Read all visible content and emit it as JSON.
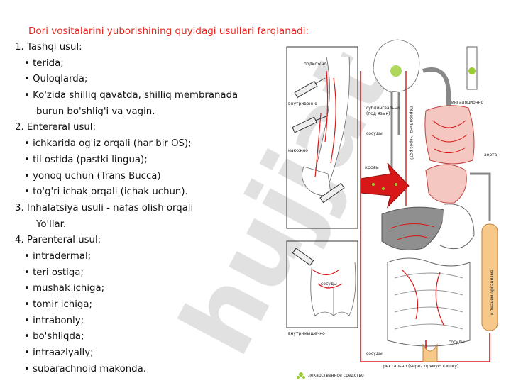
{
  "slide": {
    "title": "Dori vositalarini yuborishining quyidagi usullari farqlanadi:",
    "lines": [
      {
        "text": "1. Tashqi usul:",
        "style": "heading"
      },
      {
        "text": "• terida;",
        "style": "bullet"
      },
      {
        "text": "• Quloqlarda;",
        "style": "bullet"
      },
      {
        "text": "• Ko'zida shilliq qavatda, shilliq membranada",
        "style": "bullet"
      },
      {
        "text": "burun bo'shlig'i va vagin.",
        "style": "cont"
      },
      {
        "text": "2. Entereral usul:",
        "style": "heading"
      },
      {
        "text": "• ichkarida og'iz orqali (har bir OS);",
        "style": "bullet"
      },
      {
        "text": "• til ostida (pastki lingua);",
        "style": "bullet"
      },
      {
        "text": "• yonoq uchun (Trans Bucca)",
        "style": "bullet"
      },
      {
        "text": "• to'g'ri ichak orqali (ichak uchun).",
        "style": "bullet"
      },
      {
        "text": "3. Inhalatsiya usuli - nafas olish orqali",
        "style": "heading"
      },
      {
        "text": "Yo'llar.",
        "style": "cont"
      },
      {
        "text": "4. Parenteral usul:",
        "style": "heading"
      },
      {
        "text": "• intradermal;",
        "style": "bullet"
      },
      {
        "text": "• teri ostiga;",
        "style": "bullet"
      },
      {
        "text": "• mushak ichiga;",
        "style": "bullet"
      },
      {
        "text": "• tomir ichiga;",
        "style": "bullet"
      },
      {
        "text": "• intrabonly;",
        "style": "bullet"
      },
      {
        "text": "• bo'shliqda;",
        "style": "bullet"
      },
      {
        "text": "• intraazlyally;",
        "style": "bullet"
      },
      {
        "text": "• subarachnoid makonda.",
        "style": "bullet"
      }
    ]
  },
  "watermark": {
    "text": "hujjat"
  },
  "diagram": {
    "labels": {
      "podkozhno": "подкожно",
      "vnutrivenno": "внутривенно",
      "nakozhno": "накожно",
      "sublingual": "сублингвально",
      "sublingual2": "(под язык)",
      "sosudy_top": "сосуды",
      "peroral": "перорально (через рот)",
      "krov": "кровь",
      "ingalyacionno": "ингаляционно",
      "aorta": "аорта",
      "k_tkanyam": "к тканям организма",
      "sosudy_mid": "сосуды",
      "vnutrimyshechno": "внутримышечно",
      "sosudy_bottom": "сосуды",
      "sosudy_bottom2": "сосуды",
      "rektalno": "ректально (через прямую кишку)",
      "legend": "лекарственное средство"
    },
    "colors": {
      "vessel": "#d81818",
      "drug": "#9acd32",
      "lung": "#f4c8c0",
      "liver": "#8f8f8f",
      "tube": "#f6c98a"
    }
  }
}
